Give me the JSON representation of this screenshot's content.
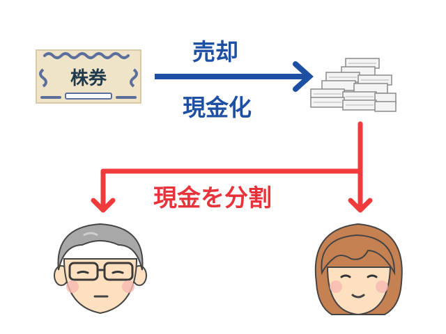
{
  "stock_certificate": {
    "label": "株券"
  },
  "arrow_to_cash": {
    "top_label": "売却",
    "bottom_label": "現金化"
  },
  "split": {
    "label": "現金を分割"
  },
  "colors": {
    "blue_arrow": "#1d4fa3",
    "red_arrow": "#ef3b3b",
    "certificate_bg": "#efe3c8",
    "certificate_ornament": "#5b6e9c"
  },
  "icons": [
    "stock-certificate-icon",
    "money-stack-icon",
    "grandfather-face-icon",
    "woman-face-icon"
  ]
}
